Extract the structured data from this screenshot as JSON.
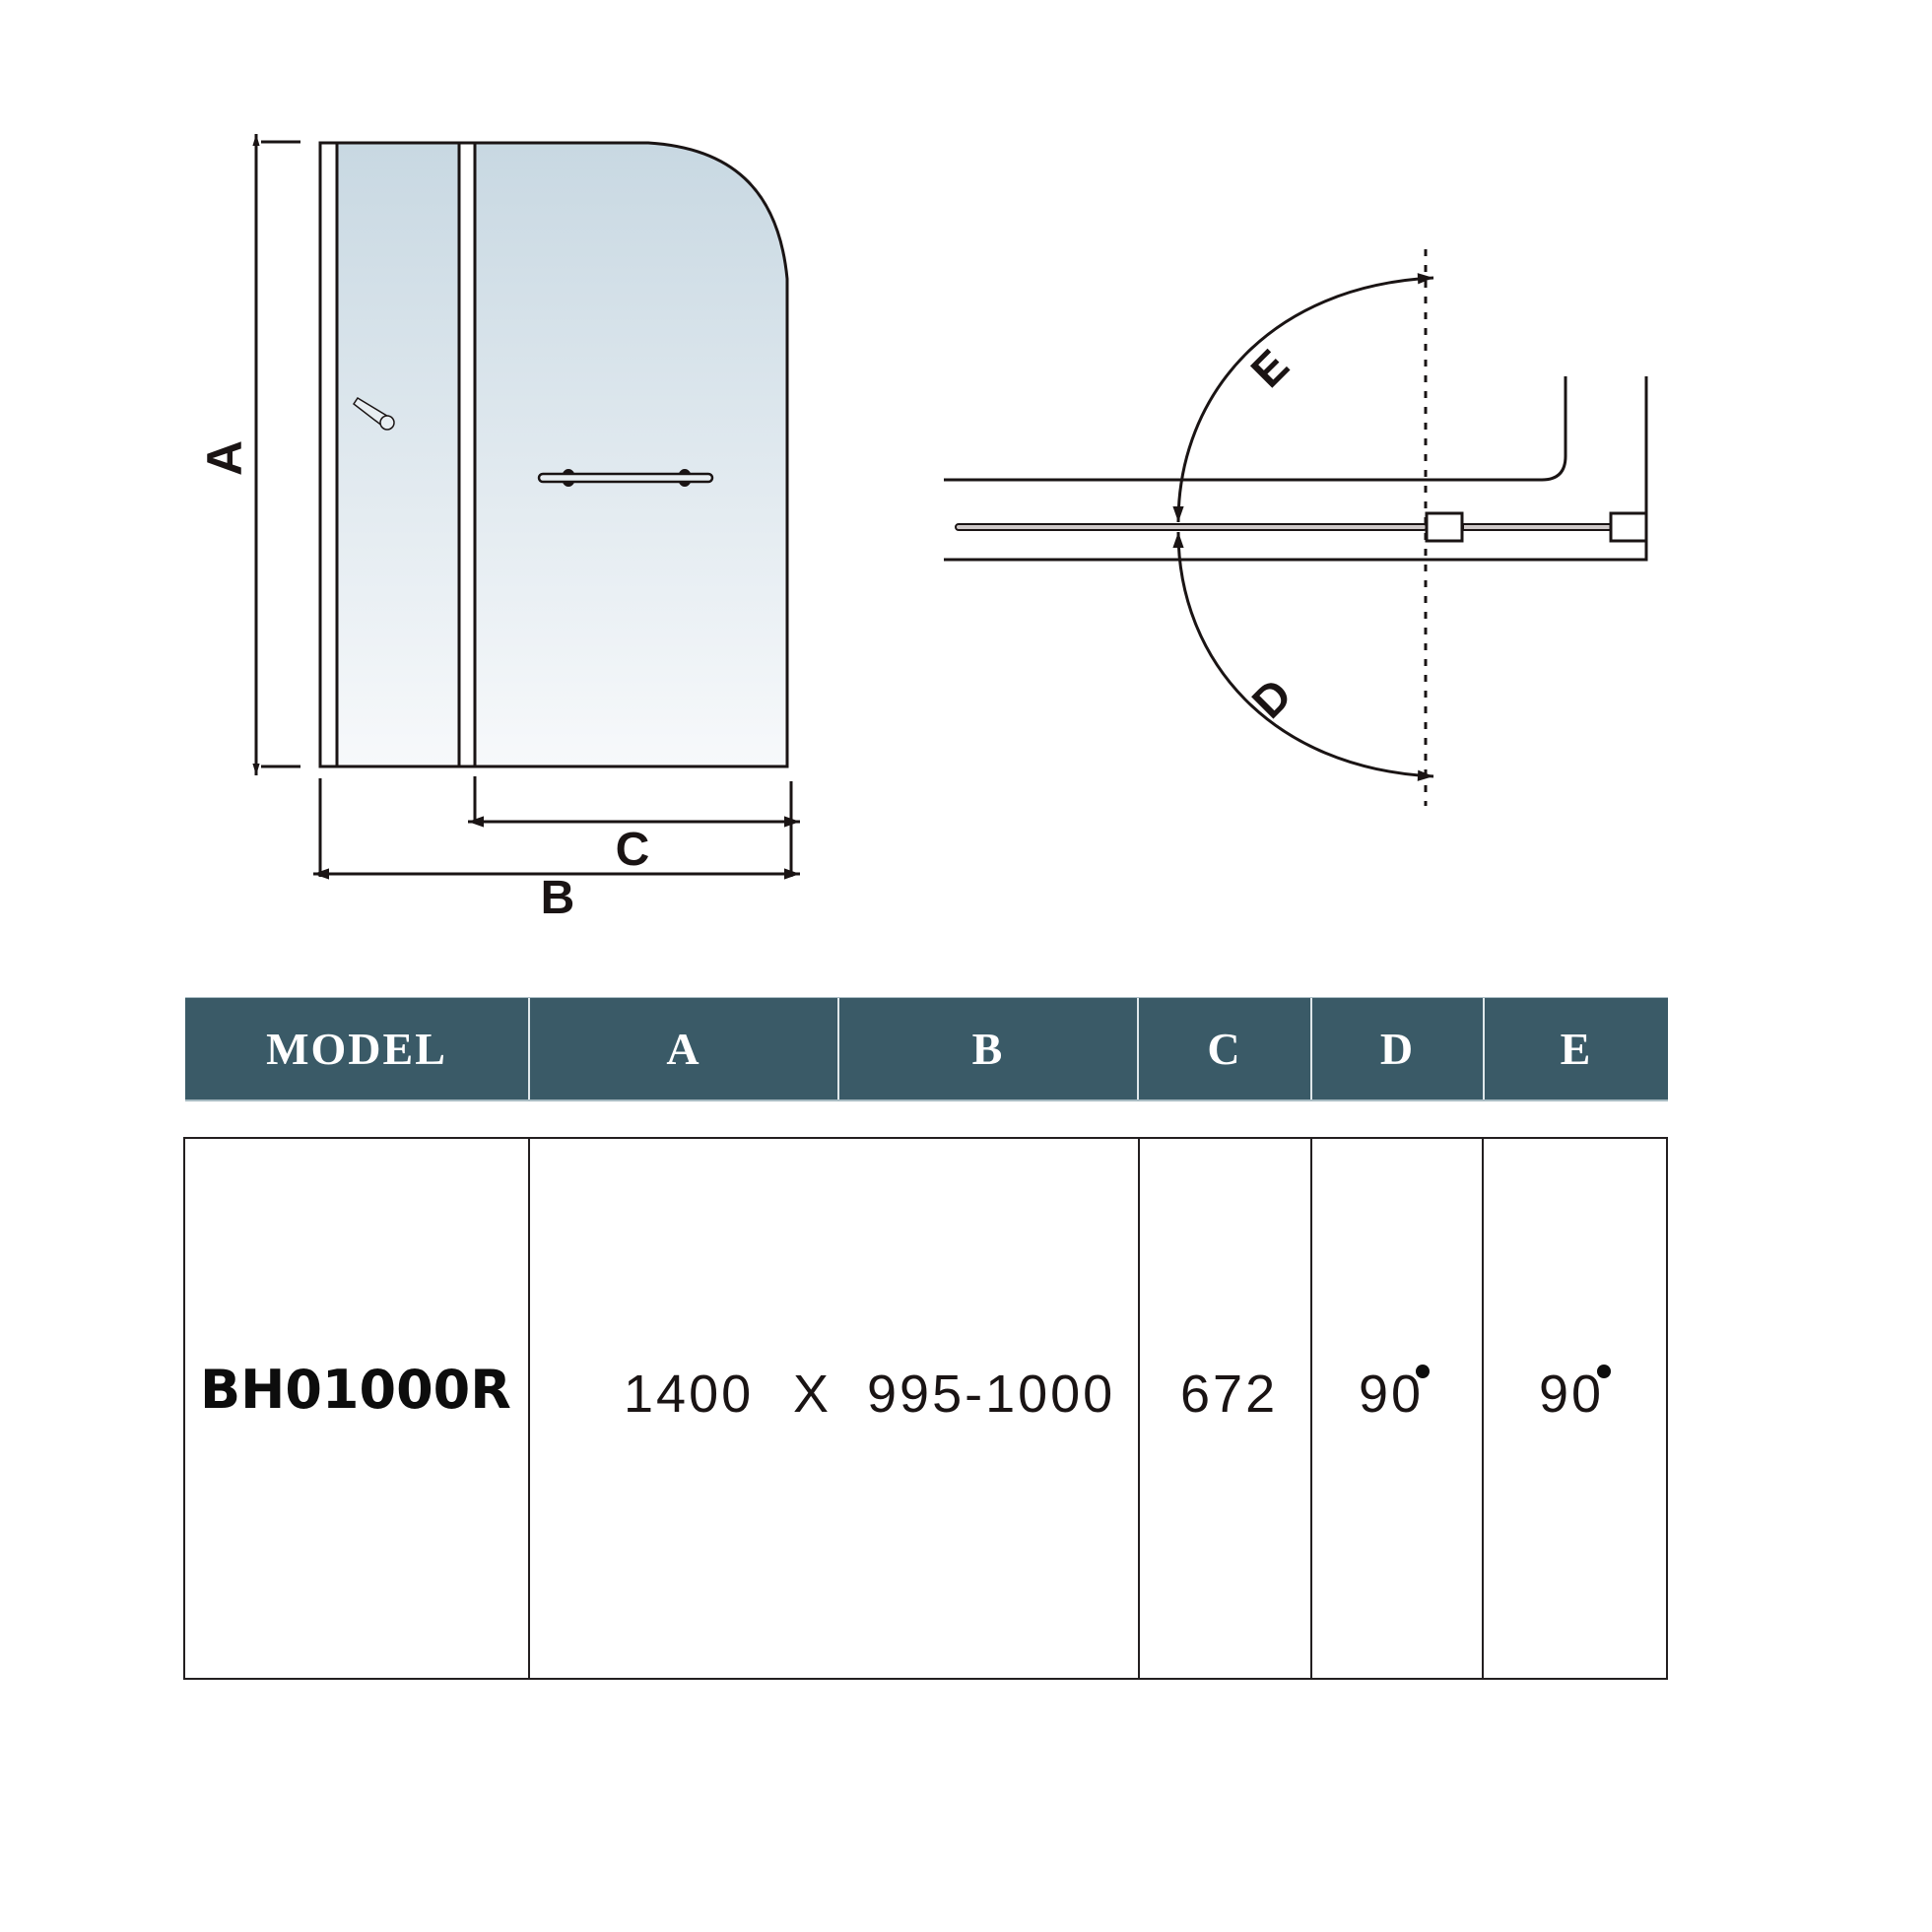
{
  "diagram": {
    "front_view": {
      "dimension_labels": {
        "height": "A",
        "total_width": "B",
        "door_width": "C"
      }
    },
    "top_view": {
      "angle_labels": {
        "inward": "E",
        "outward": "D"
      }
    },
    "colors": {
      "header_fill": "#3a5a67",
      "glass_top": "#c8d8e2",
      "glass_bottom": "#f7f9fb",
      "line": "#1a1414"
    }
  },
  "table": {
    "headers": [
      "MODEL",
      "A",
      "B",
      "C",
      "D",
      "E"
    ],
    "rows": [
      {
        "model": "BH01000R",
        "a": "1400",
        "separator": "X",
        "b": "995-1000",
        "c": "672",
        "d": "90",
        "e": "90",
        "d_unit": "degree",
        "e_unit": "degree"
      }
    ]
  }
}
